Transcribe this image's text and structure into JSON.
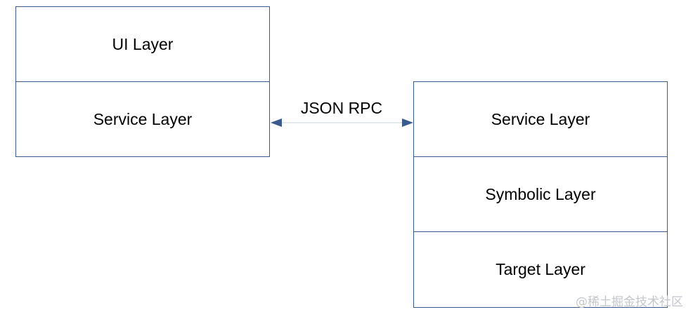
{
  "diagram": {
    "left_stack": {
      "layers": [
        "UI Layer",
        "Service Layer"
      ]
    },
    "right_stack": {
      "layers": [
        "Service Layer",
        "Symbolic Layer",
        "Target Layer"
      ]
    },
    "connector": {
      "label": "JSON RPC",
      "direction": "bidirectional"
    }
  },
  "colors": {
    "border": "#3b5b8f",
    "arrow": "#3b5b8f",
    "text": "#000000",
    "watermark": "#c3c6cb"
  },
  "watermark": "@稀土掘金技术社区"
}
